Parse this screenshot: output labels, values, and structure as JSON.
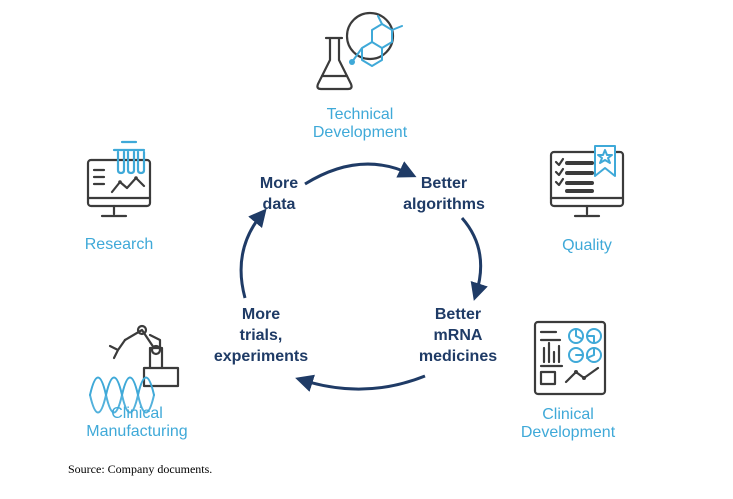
{
  "cycle": {
    "steps": [
      {
        "line1": "More",
        "line2": "data",
        "line3": ""
      },
      {
        "line1": "Better",
        "line2": "algorithms",
        "line3": ""
      },
      {
        "line1": "Better",
        "line2": "mRNA",
        "line3": "medicines"
      },
      {
        "line1": "More",
        "line2": "trials,",
        "line3": "experiments"
      }
    ]
  },
  "areas": [
    {
      "line1": "Technical",
      "line2": "Development",
      "icon": "flask-molecule-icon"
    },
    {
      "line1": "Research",
      "line2": "",
      "icon": "monitor-test-tubes-icon"
    },
    {
      "line1": "Quality",
      "line2": "",
      "icon": "monitor-checklist-ribbon-icon"
    },
    {
      "line1": "Clinical",
      "line2": "Manufacturing",
      "icon": "robot-arm-wave-icon"
    },
    {
      "line1": "Clinical",
      "line2": "Development",
      "icon": "dashboard-charts-icon"
    }
  ],
  "colors": {
    "cycle_text": "#1f3b66",
    "arrow": "#1f3b66",
    "area_label": "#3fa9d8",
    "icon_dark": "#3b3b3b",
    "icon_accent": "#3fa9d8"
  },
  "source": "Source: Company documents."
}
